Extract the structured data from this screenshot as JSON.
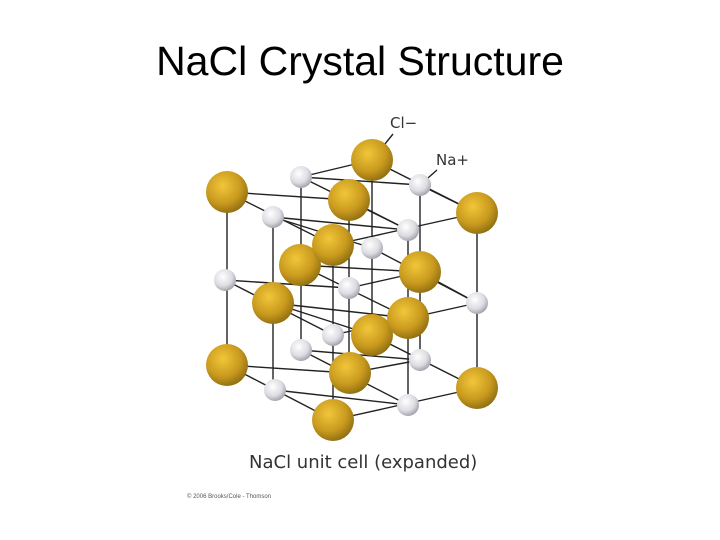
{
  "slide": {
    "title": "NaCl Crystal Structure",
    "caption": "NaCl unit cell (expanded)",
    "copyright": "© 2006 Brooks/Cole - Thomson"
  },
  "diagram": {
    "labels": {
      "cl": "Cl−",
      "na": "Na+"
    },
    "colors": {
      "chloride": "#c9a227",
      "sodium": "#e6e6ea",
      "bond": "#222222"
    }
  }
}
